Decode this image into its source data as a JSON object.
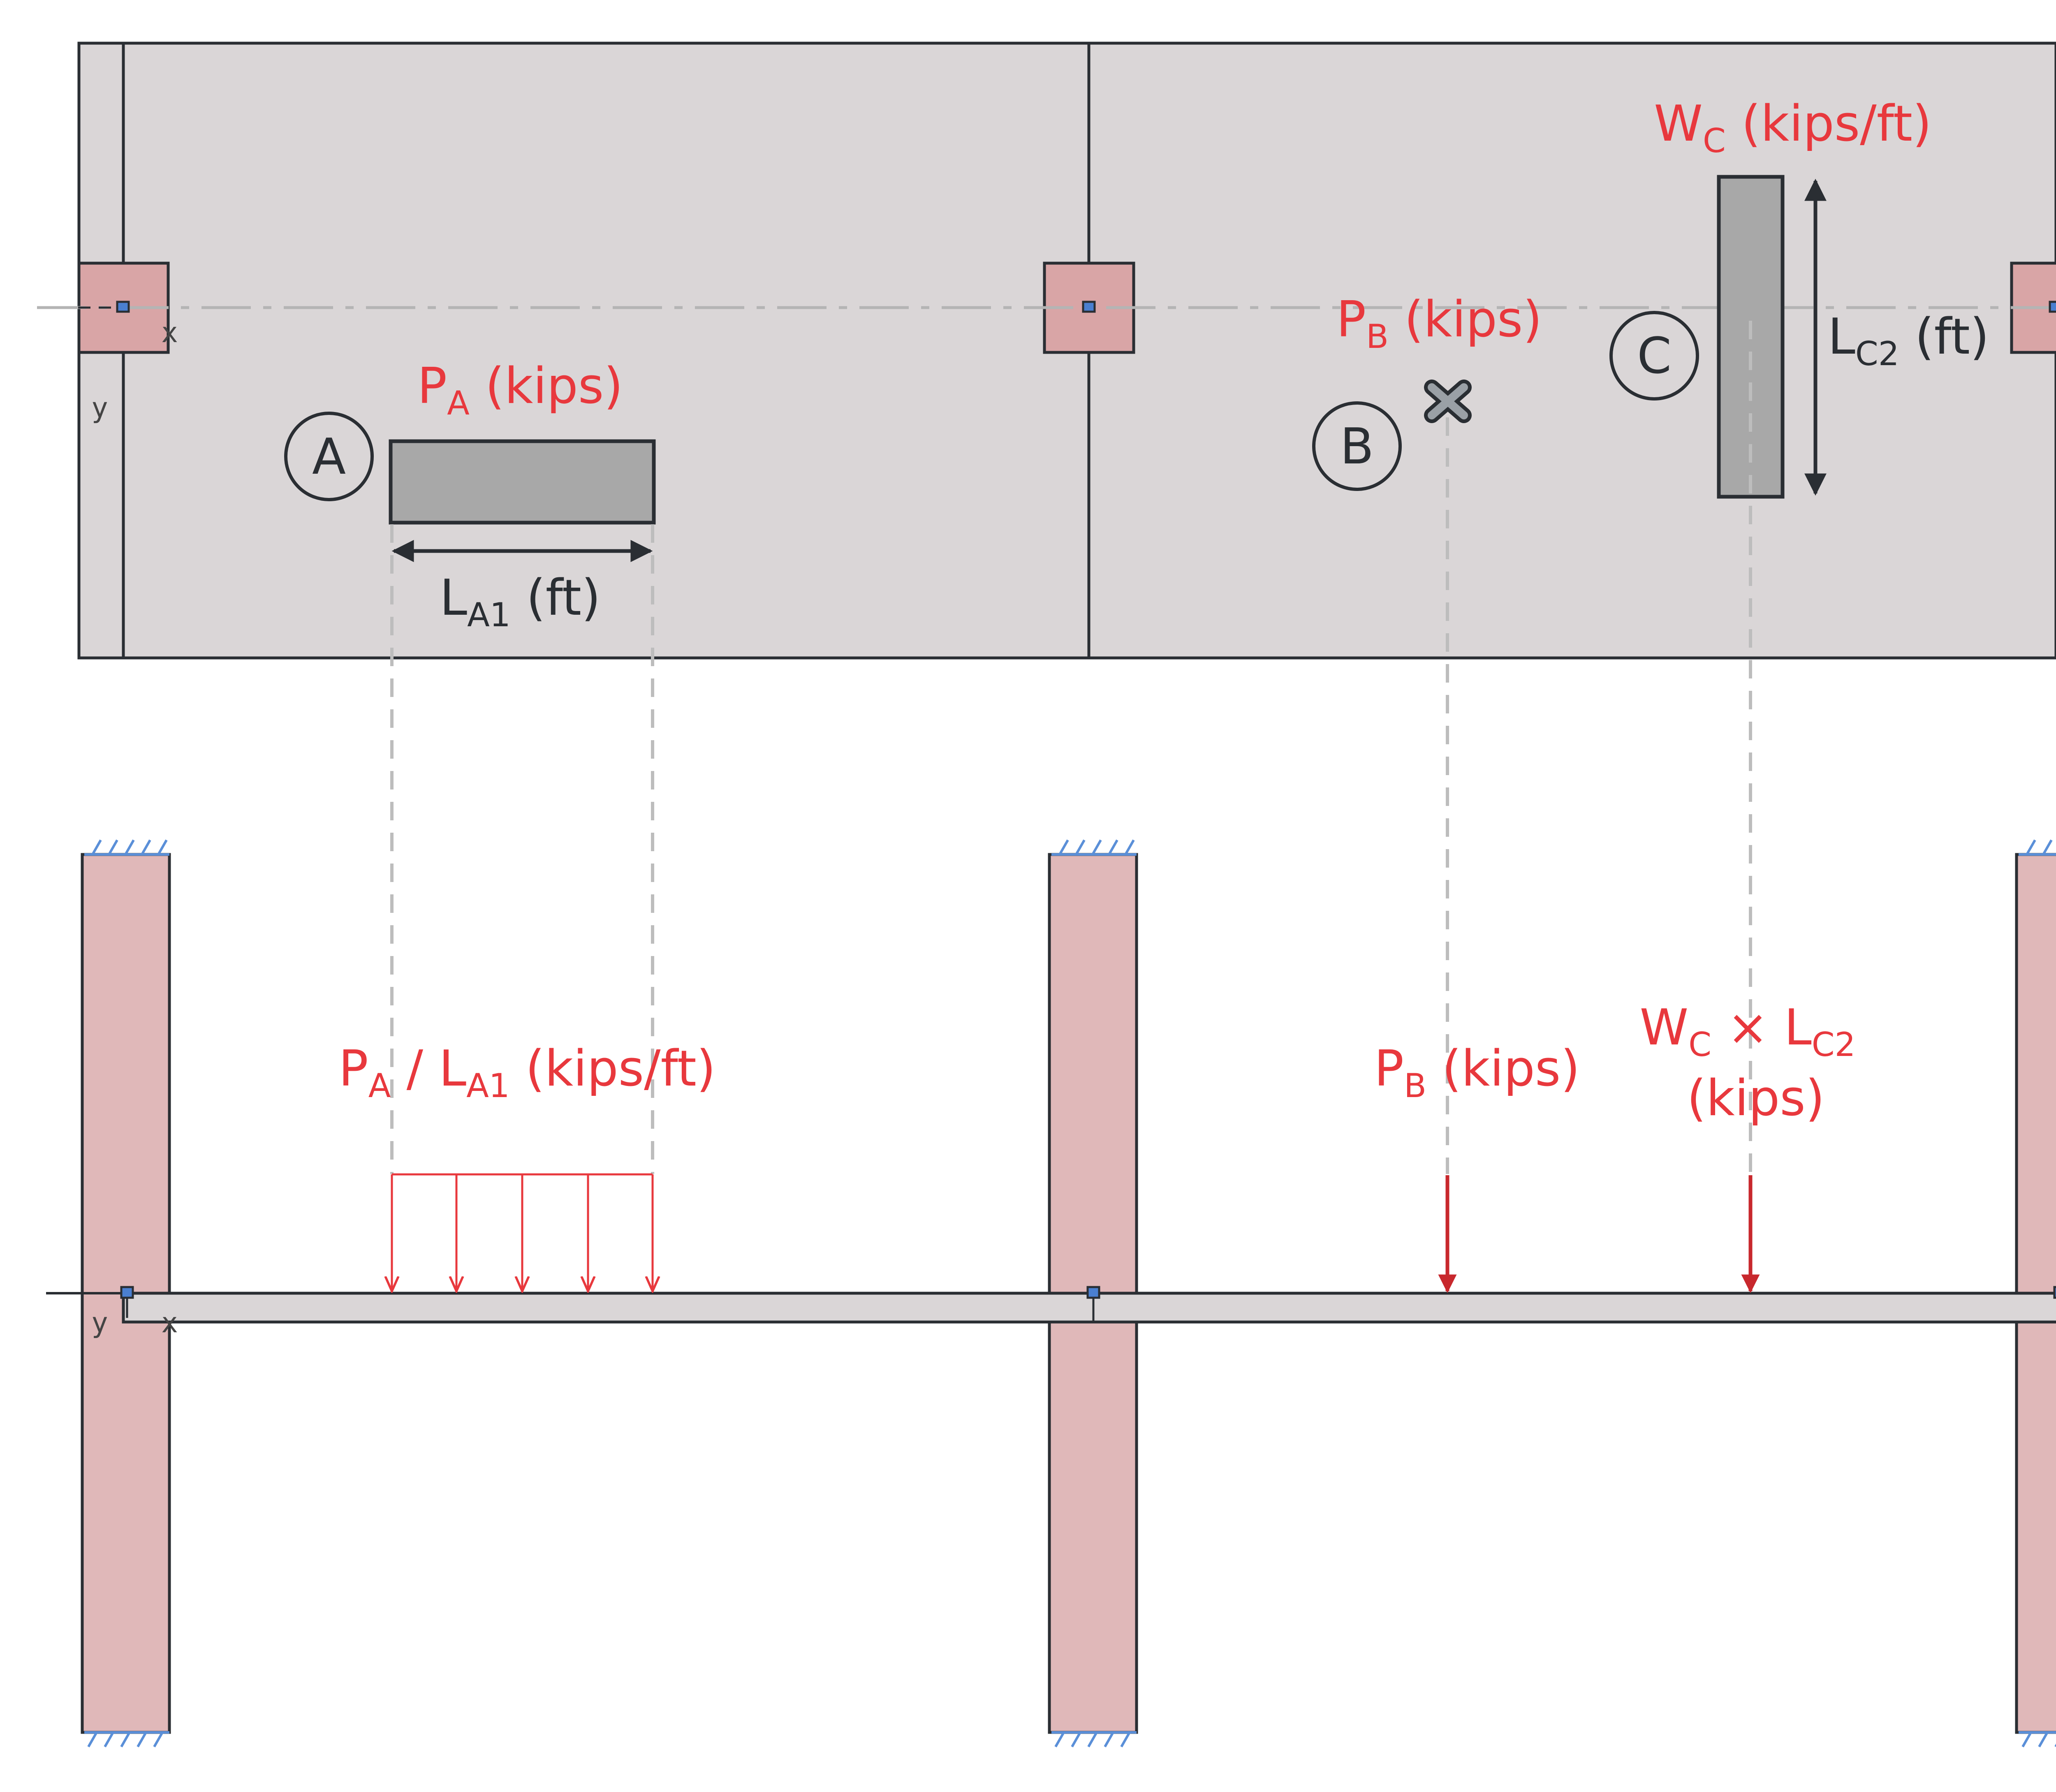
{
  "colors": {
    "slab": "#dad6d7",
    "column": "#d9a5a6",
    "column_elev": "#e0b8b9",
    "patch": "#a8a8a8",
    "outline": "#2a2e33",
    "red": "#e8383d",
    "hatch": "#5a8fd8",
    "node": "#4a7fd0"
  },
  "plan": {
    "area_a": {
      "marker": "A",
      "load_label": {
        "main": "P",
        "sub": "A",
        "tail": " (kips)"
      },
      "length_label": {
        "main": "L",
        "sub": "A1",
        "tail": " (ft)"
      }
    },
    "area_b": {
      "marker": "B",
      "load_label": {
        "main": "P",
        "sub": "B",
        "tail": " (kips)"
      },
      "point_icon": "x-cross-icon"
    },
    "area_c": {
      "marker": "C",
      "load_label": {
        "main": "W",
        "sub": "C",
        "tail": " (kips/ft)"
      },
      "length_label": {
        "main": "L",
        "sub": "C2",
        "tail": " (ft)"
      }
    },
    "axes": {
      "x": "x",
      "y": "y"
    }
  },
  "elevation": {
    "load_a": {
      "main1": "P",
      "sub1": "A",
      "mid": " / ",
      "main2": "L",
      "sub2": "A1",
      "tail": " (kips/ft)"
    },
    "load_b": {
      "main": "P",
      "sub": "B",
      "tail": " (kips)"
    },
    "load_c": {
      "main1": "W",
      "sub1": "C",
      "mid": " × ",
      "main2": "L",
      "sub2": "C2",
      "line2": "(kips)"
    },
    "axes": {
      "x": "x",
      "y": "y"
    }
  }
}
